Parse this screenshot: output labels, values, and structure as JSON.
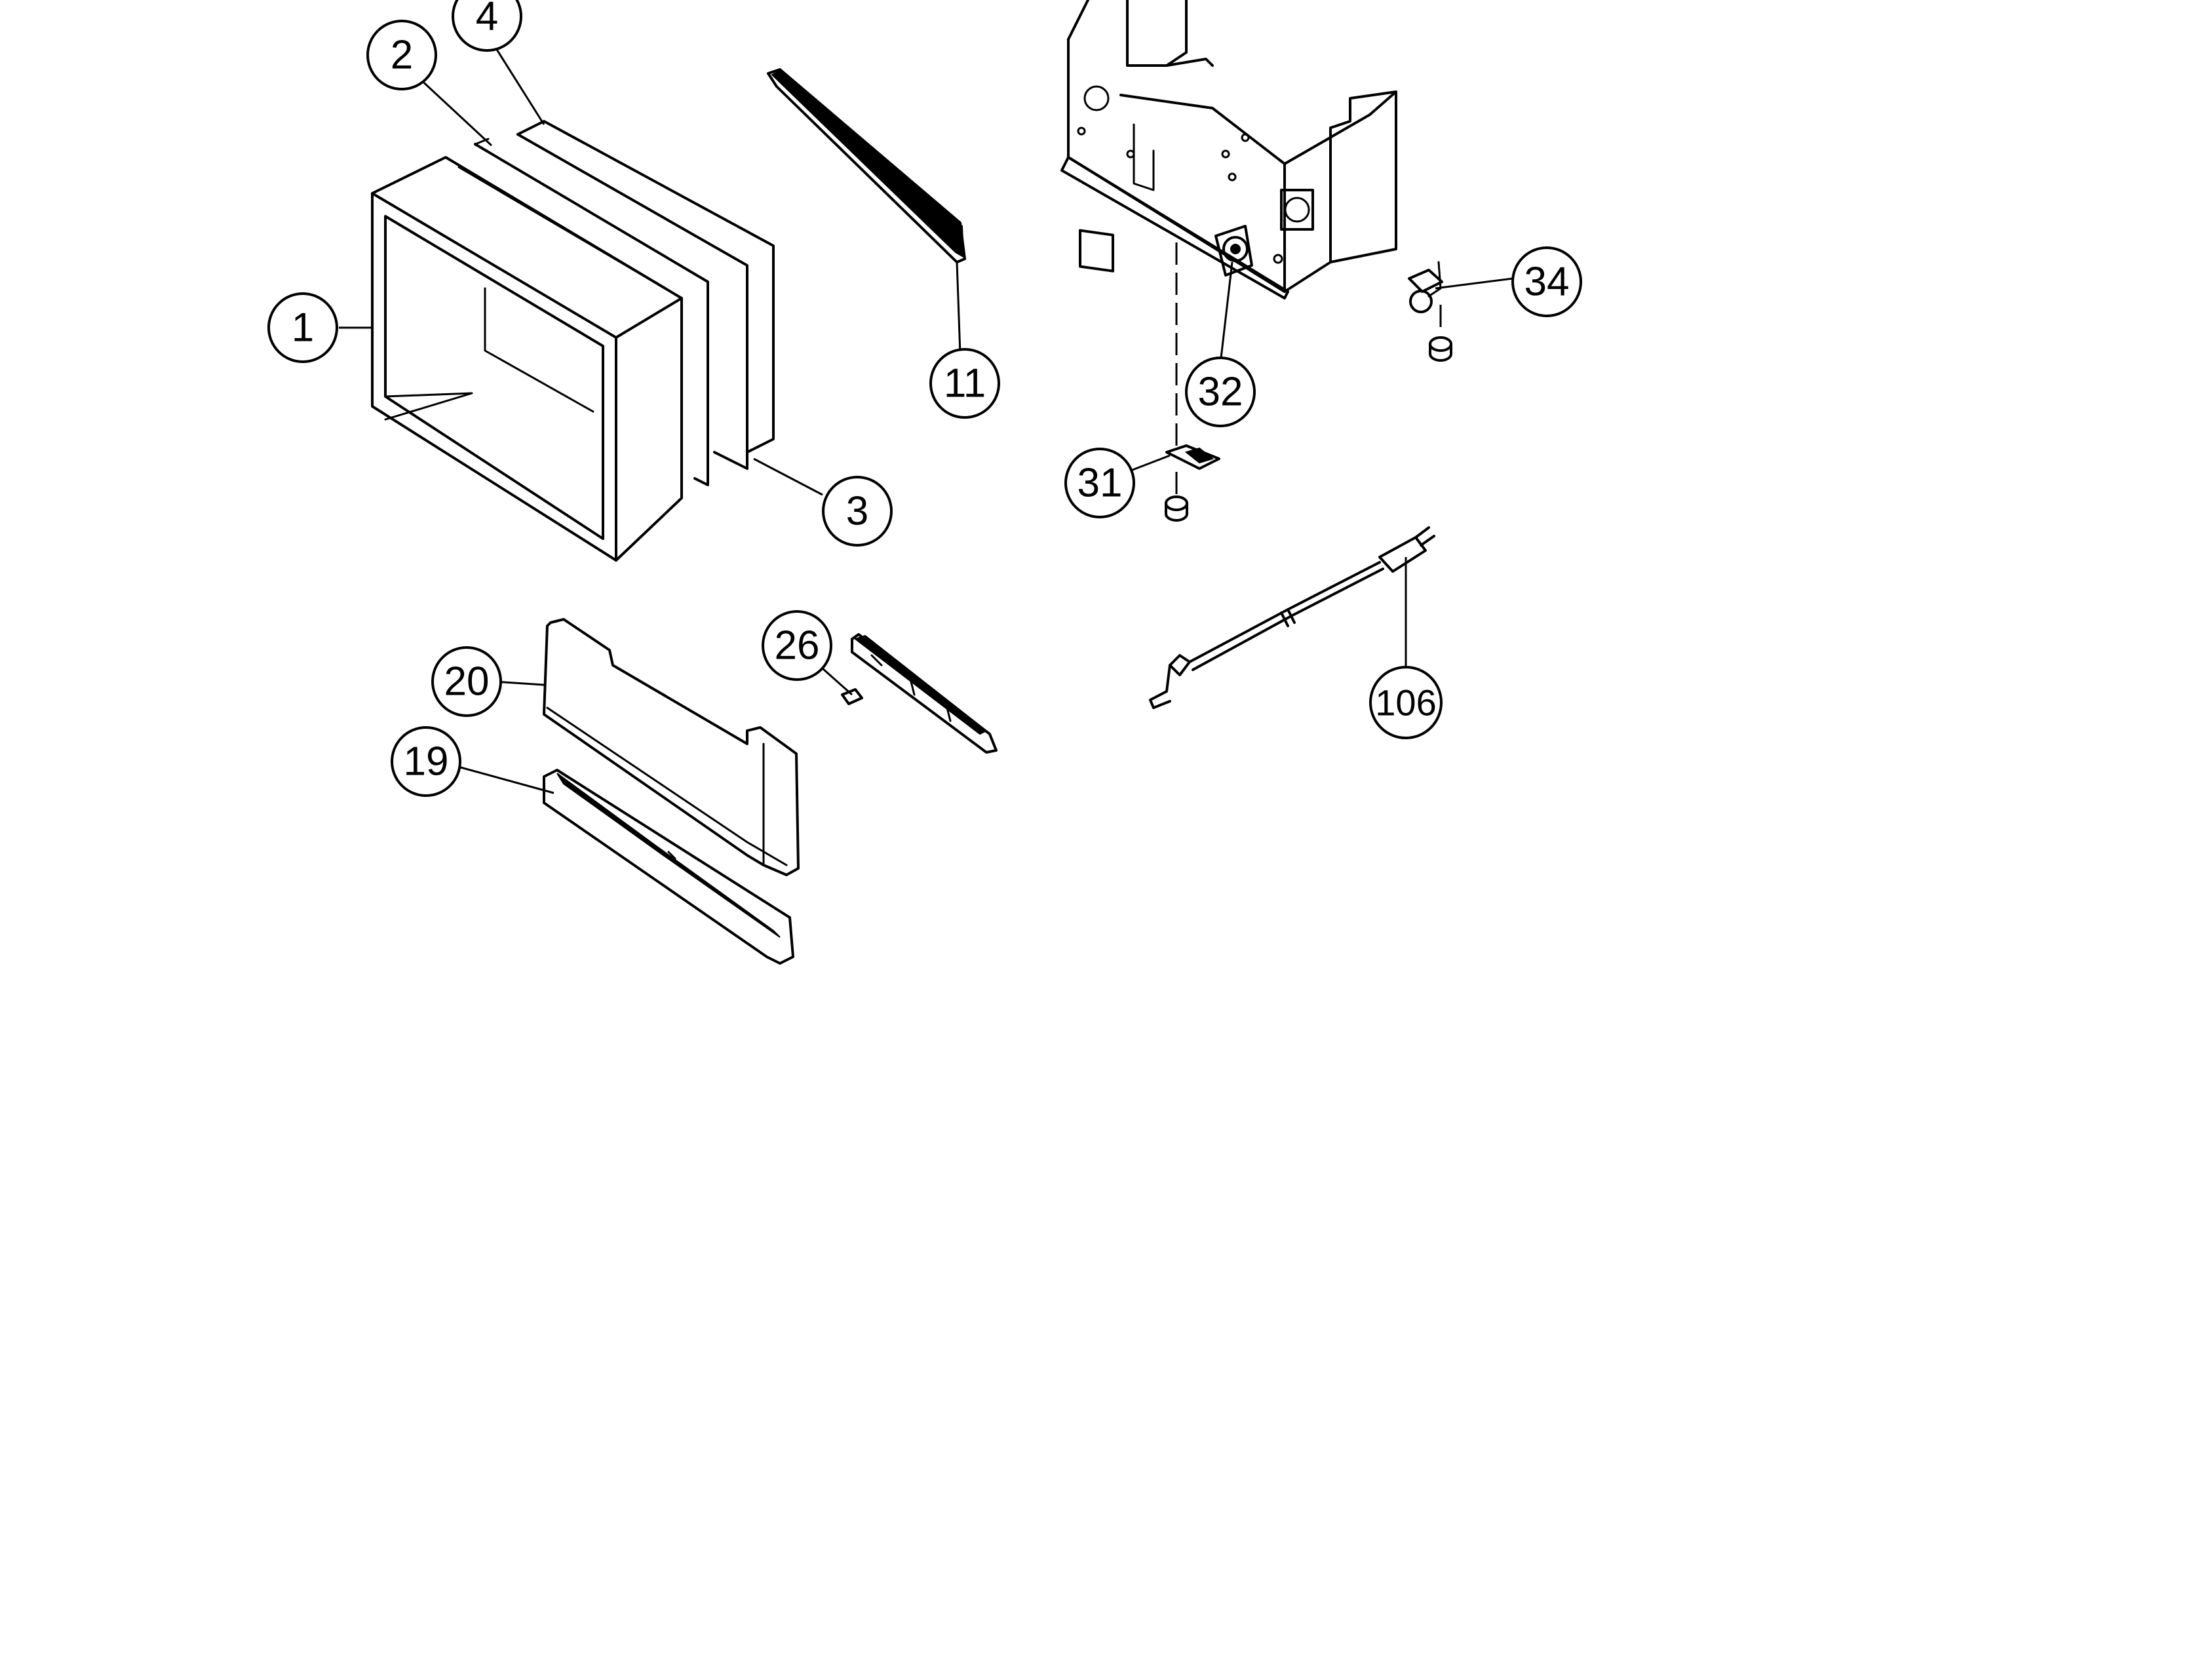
{
  "callouts": [
    {
      "id": "1",
      "label": "1"
    },
    {
      "id": "2",
      "label": "2"
    },
    {
      "id": "3",
      "label": "3"
    },
    {
      "id": "4",
      "label": "4"
    },
    {
      "id": "11",
      "label": "11"
    },
    {
      "id": "19",
      "label": "19"
    },
    {
      "id": "20",
      "label": "20"
    },
    {
      "id": "26",
      "label": "26"
    },
    {
      "id": "31",
      "label": "31"
    },
    {
      "id": "32",
      "label": "32"
    },
    {
      "id": "34",
      "label": "34"
    },
    {
      "id": "106",
      "label": "106"
    }
  ]
}
